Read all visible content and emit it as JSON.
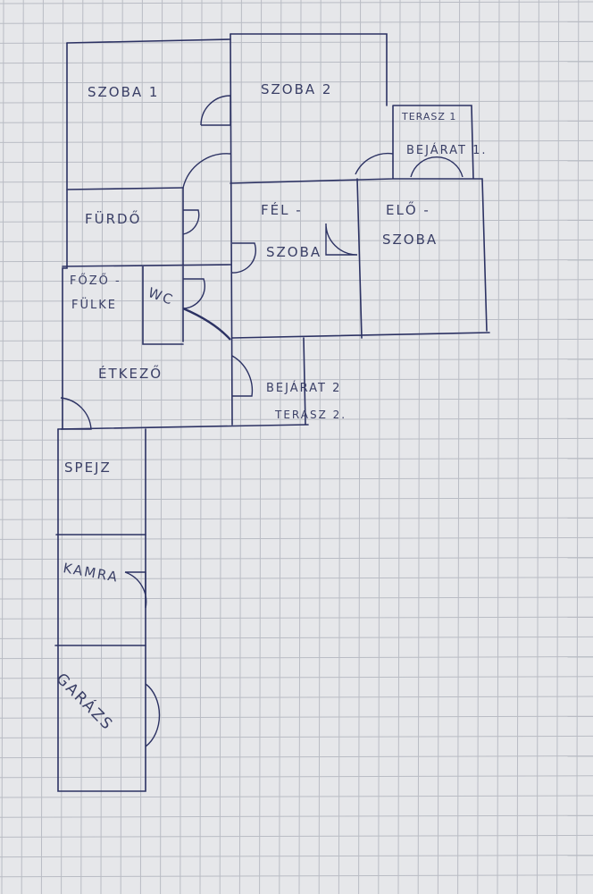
{
  "title": "Floor plan sketch",
  "colors": {
    "paper": "#e6e7ea",
    "grid": "#b9bcc4",
    "ink": "#2c3263"
  },
  "rooms": {
    "szoba1": "SZOBA 1",
    "szoba2": "SZOBA 2",
    "terasz1": "TERASZ 1",
    "bejarat1": "BEJÁRAT 1.",
    "furdo": "FÜRDŐ",
    "felszoba_1": "FÉL -",
    "felszoba_2": "SZOBA",
    "eloszoba_1": "ELŐ -",
    "eloszoba_2": "SZOBA",
    "fozo_1": "FŐZŐ -",
    "fozo_2": "FÜLKE",
    "wc": "WC",
    "etkezo": "ÉTKEZŐ",
    "bejarat2": "BEJÁRAT 2",
    "terasz2": "TERASZ 2.",
    "spejz": "SPEJZ",
    "kamra": "KAMRA",
    "garazs": "GARÁZS"
  }
}
